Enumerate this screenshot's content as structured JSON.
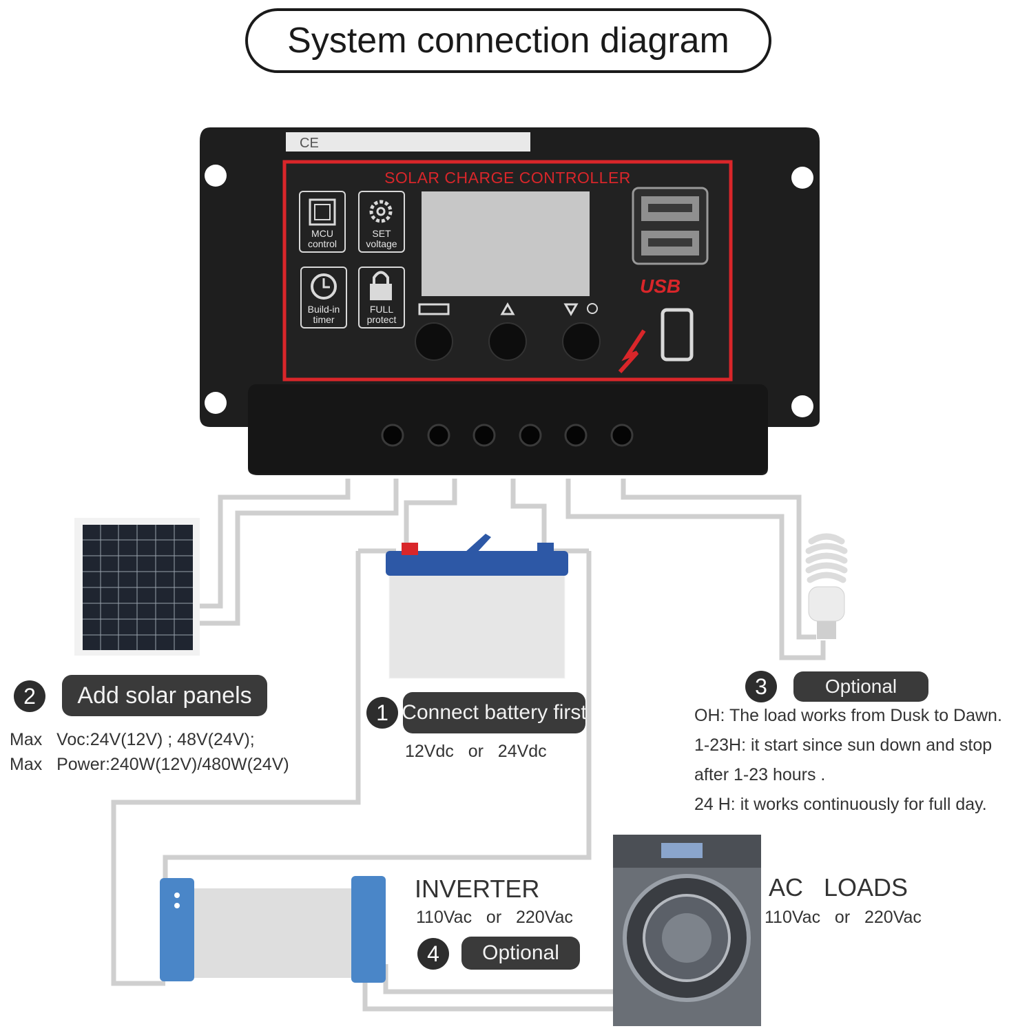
{
  "title": "System connection diagram",
  "controller": {
    "brand_text": "SOLAR CHARGE CONTROLLER",
    "features": [
      {
        "line1": "MCU",
        "line2": "control",
        "icon": "chip-icon"
      },
      {
        "line1": "SET",
        "line2": "voltage",
        "icon": "gear-icon"
      },
      {
        "line1": "Build-in",
        "line2": "timer",
        "icon": "clock-icon"
      },
      {
        "line1": "FULL",
        "line2": "protect",
        "icon": "lock-icon"
      }
    ],
    "usb_text": "USB"
  },
  "step1": {
    "number": "1",
    "label": "Connect battery first",
    "spec": "12Vdc   or   24Vdc"
  },
  "step2": {
    "number": "2",
    "label": "Add solar panels",
    "spec_line1_prefix": "Max",
    "spec_line1": "Voc:24V(12V) ; 48V(24V);",
    "spec_line2_prefix": "Max",
    "spec_line2": "Power:240W(12V)/480W(24V)"
  },
  "step3": {
    "number": "3",
    "label": "Optional",
    "desc": [
      "OH: The load works from Dusk to Dawn.",
      "1-23H: it start since sun down and stop",
      "after 1-23 hours .",
      "24 H: it works continuously for full day."
    ]
  },
  "step4": {
    "number": "4",
    "label": "Optional"
  },
  "inverter": {
    "title": "INVERTER",
    "spec": "110Vac   or   220Vac"
  },
  "ac_loads": {
    "title": "AC   LOADS",
    "spec": "110Vac   or   220Vac"
  },
  "colors": {
    "wire": "#c9c9c9",
    "panel_red": "#d9262a",
    "controller_body": "#1e1e1e",
    "pill_bg": "#3a3a3a"
  }
}
